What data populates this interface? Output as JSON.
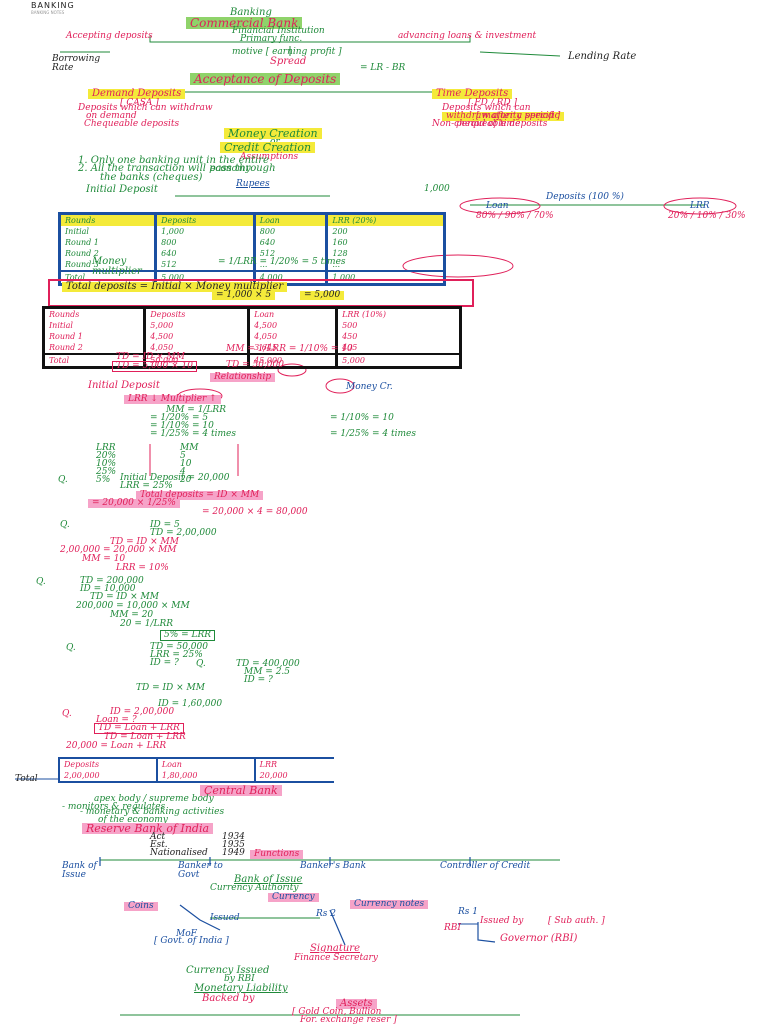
{
  "header": {
    "title": "BANKING",
    "subtitle": "BANKING NOTES"
  },
  "banking": {
    "title": "Banking",
    "commercial_bank": "Commercial Bank",
    "financial_institution": "Financial Institution",
    "primary_function": "Primary func.",
    "accepting_deposits": "Accepting deposits",
    "advancing_loans": "advancing loans & investment",
    "borrowing_rate": "Borrowing Rate",
    "lending_rate": "Lending Rate",
    "motive": "motive [ earning profit ]",
    "spread": "Spread",
    "spread_formula": "= LR - BR",
    "acceptance_of_deposits": "Acceptance of Deposits",
    "demand_deposits": "Demand Deposits",
    "demand_abbr": "[ CASA ]",
    "time_deposits": "Time Deposits",
    "time_abbr": "[ FD / RD ]",
    "demand_desc_1": "Deposits which can withdraw",
    "demand_desc_2": "on demand",
    "demand_desc_3": "Chequeable deposits",
    "time_desc_1": "Deposits which can",
    "time_desc_2": "withdraw after a specific",
    "time_desc_3": "period of time",
    "time_desc_4": "[ maturity period ]",
    "time_desc_5": "Non-chequeable deposits",
    "money_creation": "Money Creation",
    "or": "or",
    "credit_creation": "Credit Creation",
    "assumptions": "Assumptions",
    "assumption_1": "1. Only one banking unit in the entire",
    "assumption_1b": "economy",
    "assumption_2": "2. All the transaction will pass through",
    "assumption_2b": "the banks (cheques)",
    "rupees": "Rupees",
    "initial_deposit": "Initial Deposit",
    "initial_val": "1,000",
    "deposits_label": "Deposits (100 %)",
    "loan_label": "Loan",
    "lrr_label": "LRR",
    "loan_vals": "80% / 90% / 70%",
    "lrr_vals": "20% / 10% / 30%"
  },
  "table1": {
    "headers": [
      "Rounds",
      "Deposits",
      "Loan",
      "LRR (20%)"
    ],
    "rows": [
      [
        "Initial",
        "1,000",
        "800",
        "200"
      ],
      [
        "Round 1",
        "800",
        "640",
        "160"
      ],
      [
        "Round 2",
        "640",
        "512",
        "128"
      ],
      [
        "Round 3",
        "512",
        "...",
        "..."
      ]
    ],
    "total": [
      "Total",
      "5,000",
      "4,000",
      "1,000"
    ]
  },
  "multiplier": {
    "label": "Money multiplier",
    "formula": "= 1/LRR = 1/20% = 5 times",
    "total_deposits": "Total deposits = Initial × Money multiplier",
    "calc_1": "= 1,000 × 5",
    "calc_2": "= 5,000"
  },
  "table2": {
    "headers": [
      "Rounds",
      "Deposits",
      "Loan",
      "LRR (10%)"
    ],
    "rows": [
      [
        "Initial",
        "5,000",
        "4,500",
        "500"
      ],
      [
        "Round 1",
        "4,500",
        "4,050",
        "450"
      ],
      [
        "Round 2",
        "4,050",
        "3,645",
        "405"
      ]
    ],
    "total": [
      "Total",
      "50,000",
      "45,000",
      "5,000"
    ]
  },
  "relationship": {
    "mm_line": "MM = 1/LRR = 1/10% = 10",
    "td_line": "TD = ID × MM",
    "td_calc": "TD = 5,000 × 10",
    "td_result": "TD = 50,000",
    "title": "Relationship",
    "initial_deposit": "Initial Deposit",
    "money_label": "Money Cr.",
    "lrr_line": "LRR ↓ Multiplier ↑",
    "mm_eq": "MM = 1/LRR",
    "ex1": "= 1/20% = 5",
    "ex2": "= 1/10% = 10",
    "ex3": "= 1/25% = 4 times",
    "lrr_col": [
      "LRR",
      "20%",
      "10%",
      "25%",
      "5%"
    ],
    "mm_col": [
      "MM",
      "5",
      "10",
      "4",
      "20"
    ]
  },
  "problems": {
    "q1_label": "Q.",
    "q1_a": "Initial Deposit = 20,000",
    "q1_b": "LRR = 25%",
    "q1_c": "Total deposits = ID × MM",
    "q1_d": "= 20,000 × 1/25%",
    "q1_e": "= 20,000 × 4 = 80,000",
    "q2_label": "Q.",
    "q2_a": "ID = 5",
    "q2_b": "TD = 2,00,000",
    "q2_c": "TD = ID × MM",
    "q2_d": "2,00,000 = 20,000 × MM",
    "q2_e": "MM = 10",
    "q2_f": "LRR = 10%",
    "q3_label": "Q.",
    "q3_a": "TD = 200,000",
    "q3_b": "ID = 10,000",
    "q3_c": "TD = ID × MM",
    "q3_d": "200,000 = 10,000 × MM",
    "q3_e": "MM = 20",
    "q3_f": "20 = 1/LRR",
    "q3_g": "5% = LRR",
    "q4_label": "Q.",
    "q4_a": "TD = 50,000",
    "q4_b": "LRR = 25%",
    "q4_c": "ID = ?",
    "q5_label": "Q.",
    "q5_a": "TD = 400,000",
    "q5_b": "MM = 2.5",
    "q5_c": "ID = ?",
    "q5_d": "TD = ID × MM",
    "q5_e": "ID = 1,60,000",
    "q6_label": "Q.",
    "q6_a": "ID = 2,00,000",
    "q6_b": "Loan = ?",
    "q6_c": "TD = Loan + LRR",
    "q6_d": "TD = Loan + LRR",
    "q6_e": "20,000 = Loan + LRR"
  },
  "table3": {
    "row_label": "Total",
    "headers": [
      "Deposits",
      "Loan",
      "LRR"
    ],
    "values": [
      "2,00,000",
      "1,80,000",
      "20,000"
    ]
  },
  "central_bank": {
    "title": "Central Bank",
    "desc_1": "apex body / supreme body",
    "desc_2": "- monitors & regulates",
    "desc_3": "- monetary & banking activities",
    "desc_4": "of the economy",
    "rbi": "Reserve Bank of India",
    "act_label": "Act",
    "act_year": "1934",
    "est_label": "Est.",
    "est_year": "1935",
    "nat_label": "Nationalised",
    "nat_year": "1949",
    "functions": "Functions",
    "f1": "Bank of Issue",
    "f2": "Banker to Govt",
    "f3": "Banker's Bank",
    "f4": "Controller of Credit",
    "bank_of_issue": "Bank of Issue",
    "currency_authority": "Currency Authority",
    "currency": "Currency",
    "coins": "Coins",
    "notes": "Currency notes",
    "issued": "Issued",
    "issued_by": "Issued by",
    "mof": "MoF",
    "govt": "[ Govt. of India ]",
    "rs1": "Rs 1",
    "rs2": "Rs 2",
    "sub_auth": "[ Sub auth. ]",
    "rbi_short": "RBI",
    "governor": "Governor (RBI)",
    "signature": "Signature",
    "finance_secretary": "Finance Secretary",
    "currency_issued": "Currency Issued",
    "by_rbi": "by RBI",
    "monetary_liability": "Monetary Liability",
    "backed_by": "Backed by",
    "assets": "Assets",
    "assets_list": "[ Gold Coin, Bullion",
    "assets_list_2": "For. exchange reser ]"
  }
}
